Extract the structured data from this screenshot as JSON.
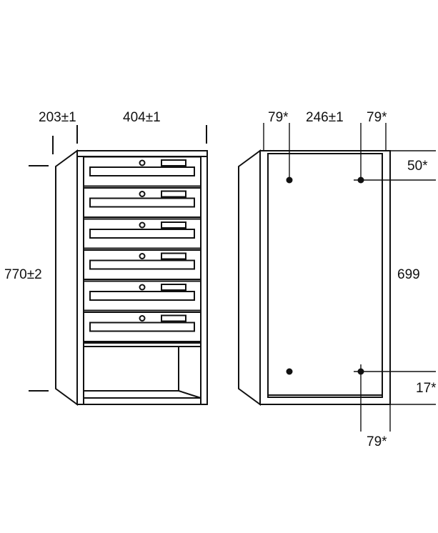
{
  "front_view": {
    "dim_depth": "203±1",
    "dim_width": "404±1",
    "dim_height": "770±2",
    "drawers": 6
  },
  "back_view": {
    "dim_left_offset": "79*",
    "dim_hole_spacing": "246±1",
    "dim_right_offset": "79*",
    "dim_top_offset": "50*",
    "dim_hole_vertical": "699",
    "dim_bottom_offset": "17*",
    "dim_bottom_side": "79*"
  }
}
